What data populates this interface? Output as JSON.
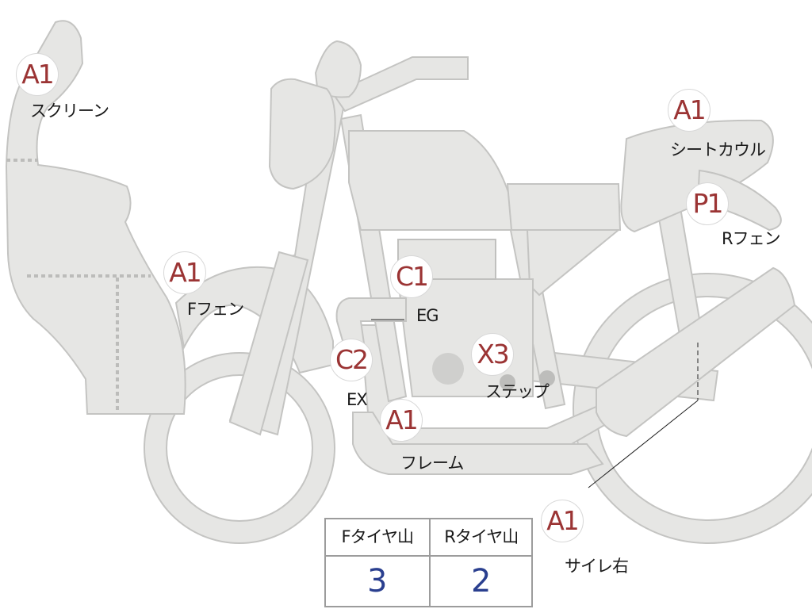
{
  "markers": [
    {
      "id": "screen",
      "code": "A1",
      "label": "スクリーン"
    },
    {
      "id": "f-fender",
      "code": "A1",
      "label": "Fフェン"
    },
    {
      "id": "engine",
      "code": "C1",
      "label": "EG"
    },
    {
      "id": "exhaust",
      "code": "C2",
      "label": "EX"
    },
    {
      "id": "step",
      "code": "X3",
      "label": "ステップ"
    },
    {
      "id": "frame",
      "code": "A1",
      "label": "フレーム"
    },
    {
      "id": "seat-cowl",
      "code": "A1",
      "label": "シートカウル"
    },
    {
      "id": "r-fender",
      "code": "P1",
      "label": "Rフェン"
    },
    {
      "id": "silencer-right",
      "code": "A1",
      "label": "サイレ右"
    }
  ],
  "tire_table": {
    "front_header": "Fタイヤ山",
    "rear_header": "Rタイヤ山",
    "front_value": "3",
    "rear_value": "2"
  },
  "colors": {
    "part_fill": "#e6e6e4",
    "marker_text": "#9b3434",
    "table_value": "#2a3f8f"
  }
}
